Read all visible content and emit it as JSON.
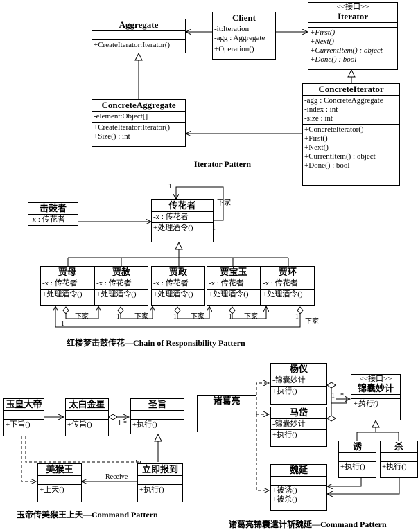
{
  "iterator": {
    "aggregate": {
      "name": "Aggregate",
      "ops": [
        "+CreateIterator:Iterator()"
      ]
    },
    "client": {
      "name": "Client",
      "attrs": [
        "-it:Iteration",
        "-agg : Aggregate"
      ],
      "ops": [
        "+Operation()"
      ]
    },
    "iterator": {
      "stereo": "<<接口>>",
      "name": "Iterator",
      "ops": [
        "+First()",
        "+Next()",
        "+CurrentItem() : object",
        "+Done() : bool"
      ]
    },
    "concrete_aggregate": {
      "name": "ConcreteAggregate",
      "attrs": [
        "-element:Object[]"
      ],
      "ops": [
        "+CreateIterator:Iterator()",
        "+Size() : int"
      ]
    },
    "concrete_iterator": {
      "name": "ConcreteIterator",
      "attrs": [
        "-agg : ConcreteAggregate",
        "-index : int",
        "-size : int"
      ],
      "ops": [
        "+ConcreteIterator()",
        "+First()",
        "+Next()",
        "+CurrentItem() : object",
        "+Done() : bool"
      ]
    },
    "caption": "Iterator Pattern"
  },
  "chain": {
    "drummer": {
      "name": "击鼓者",
      "attrs": [
        "-x : 传花者"
      ]
    },
    "passer": {
      "name": "传花者",
      "attrs": [
        "-x : 传花者"
      ],
      "ops": [
        "+处理酒令()"
      ]
    },
    "handlers": [
      {
        "name": "贾母",
        "attr": "-x : 传花者",
        "op": "+处理酒令()"
      },
      {
        "name": "贾赦",
        "attr": "-x : 传花者",
        "op": "+处理酒令()"
      },
      {
        "name": "贾政",
        "attr": "-x : 传花者",
        "op": "+处理酒令()"
      },
      {
        "name": "贾宝玉",
        "attr": "-x : 传花者",
        "op": "+处理酒令()"
      },
      {
        "name": "贾环",
        "attr": "-x : 传花者",
        "op": "+处理酒令()"
      }
    ],
    "labels": {
      "next": "下家",
      "one": "1"
    },
    "caption": "红楼梦击鼓传花—Chain of Responsibility Pattern"
  },
  "command1": {
    "emperor": {
      "name": "玉皇大帝",
      "ops": [
        "+下旨()"
      ]
    },
    "taibai": {
      "name": "太白金星",
      "ops": [
        "+传旨()"
      ]
    },
    "edict": {
      "name": "圣旨",
      "ops": [
        "+执行()"
      ]
    },
    "report": {
      "name": "立即报到",
      "ops": [
        "+执行()"
      ]
    },
    "monkey": {
      "name": "美猴王",
      "ops": [
        "+上天()"
      ]
    },
    "labels": {
      "receive": "Receive",
      "one": "1",
      "star": "*"
    },
    "caption": "玉帝传美猴王上天—Command Pattern"
  },
  "command2": {
    "zhuge": {
      "name": "诸葛亮"
    },
    "yangyi": {
      "name": "杨仪",
      "attrs": [
        "-锦囊妙计"
      ],
      "ops": [
        "+执行()"
      ]
    },
    "madai": {
      "name": "马岱",
      "attrs": [
        "-锦囊妙计"
      ],
      "ops": [
        "+执行()"
      ]
    },
    "kit": {
      "stereo": "<<接口>>",
      "name": "锦囊妙计",
      "ops": [
        "+执行()"
      ]
    },
    "lure": {
      "name": "诱",
      "ops": [
        "+执行()"
      ]
    },
    "kill": {
      "name": "杀",
      "ops": [
        "+执行()"
      ]
    },
    "weiyan": {
      "name": "魏延",
      "ops": [
        "+被诱()",
        "+被杀()"
      ]
    },
    "labels": {
      "one": "1",
      "star": "*"
    },
    "caption": "诸葛亮锦囊遣计斩魏延—Command Pattern"
  }
}
